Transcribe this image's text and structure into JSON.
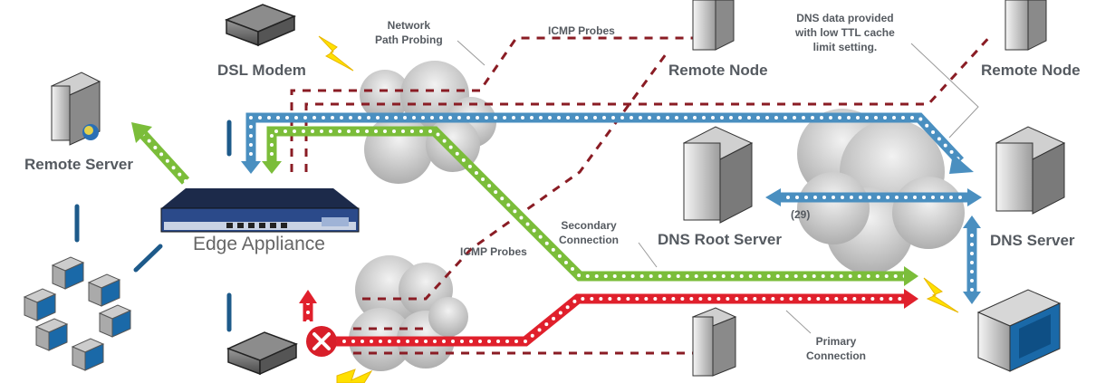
{
  "colors": {
    "blue_path": "#4a8fc0",
    "green_path": "#7bbd3a",
    "red_path": "#e0202c",
    "probe_dash": "#8a1c24",
    "connector": "#1d5a8a",
    "cloud": "#c8c8c8",
    "label": "#555a60",
    "bolt": "#ffe000"
  },
  "nodes": {
    "dsl_modem": {
      "label": "DSL Modem",
      "icon": "dsl-modem-icon"
    },
    "remote_server": {
      "label": "Remote Server",
      "icon": "web-server-icon"
    },
    "edge_appliance": {
      "label": "Edge Appliance",
      "icon": "rack-appliance-icon"
    },
    "remote_node_1": {
      "label": "Remote Node",
      "icon": "tower-server-icon"
    },
    "remote_node_2": {
      "label": "Remote Node",
      "icon": "tower-server-icon"
    },
    "dns_root_server": {
      "label": "DNS Root Server",
      "icon": "rack-server-icon"
    },
    "dns_server": {
      "label": "DNS Server",
      "icon": "rack-server-icon"
    },
    "bottom_modem": {
      "label": "",
      "icon": "dsl-modem-icon"
    },
    "bottom_node": {
      "label": "",
      "icon": "tower-server-icon"
    },
    "end_host": {
      "label": "",
      "icon": "host-box-icon"
    },
    "lan_clients": {
      "label": "",
      "icon": "client-workstations-icon",
      "count": 6
    }
  },
  "annotations": {
    "network_path_probing": [
      "Network",
      "Path Probing"
    ],
    "icmp_probes_top": "ICMP Probes",
    "icmp_probes_mid": "ICMP Probes",
    "dns_note": [
      "DNS data provided",
      "with low TTL cache",
      "limit setting."
    ],
    "secondary_connection": [
      "Secondary",
      "Connection"
    ],
    "primary_connection": [
      "Primary",
      "Connection"
    ],
    "ref_number": "(29)"
  },
  "status": {
    "primary_link_failed": true,
    "failure_icon": "x-circle-icon"
  }
}
